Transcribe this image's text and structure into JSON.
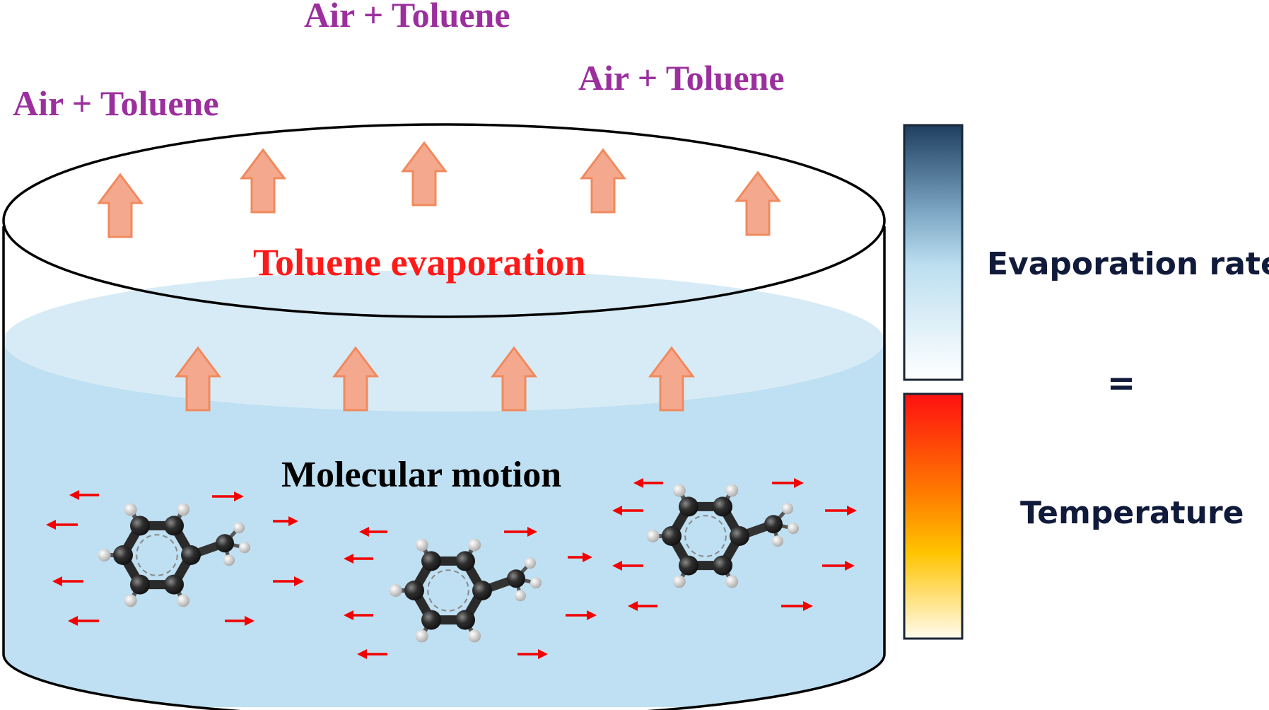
{
  "labels": {
    "air_toluene_top": "Air + Toluene",
    "air_toluene_left": "Air + Toluene",
    "air_toluene_right": "Air + Toluene",
    "evaporation": "Toluene evaporation",
    "molecular_motion": "Molecular motion"
  },
  "legend": {
    "evaporation_rate": "Evaporation rate",
    "equals": "=",
    "temperature": "Temperature"
  },
  "colors": {
    "air_text": "#9b2f9e",
    "evaporation_text": "#ff1a1a",
    "motion_text": "#000000",
    "legend_text": "#101a3a",
    "liquid_top": "#d7ebf6",
    "liquid_body": "#bfe0f2",
    "arrow_fill": "#f4a98f",
    "arrow_stroke": "#f08a5d",
    "motion_arrow": "#f20000",
    "carbon": "#2a2a2a",
    "hydrogen": "#e8e8e8"
  },
  "icons": {
    "evaporation_arrows": "up-arrow-icon",
    "molecules": "toluene-molecule-icon",
    "motion_arrows": "motion-arrow-icon"
  }
}
